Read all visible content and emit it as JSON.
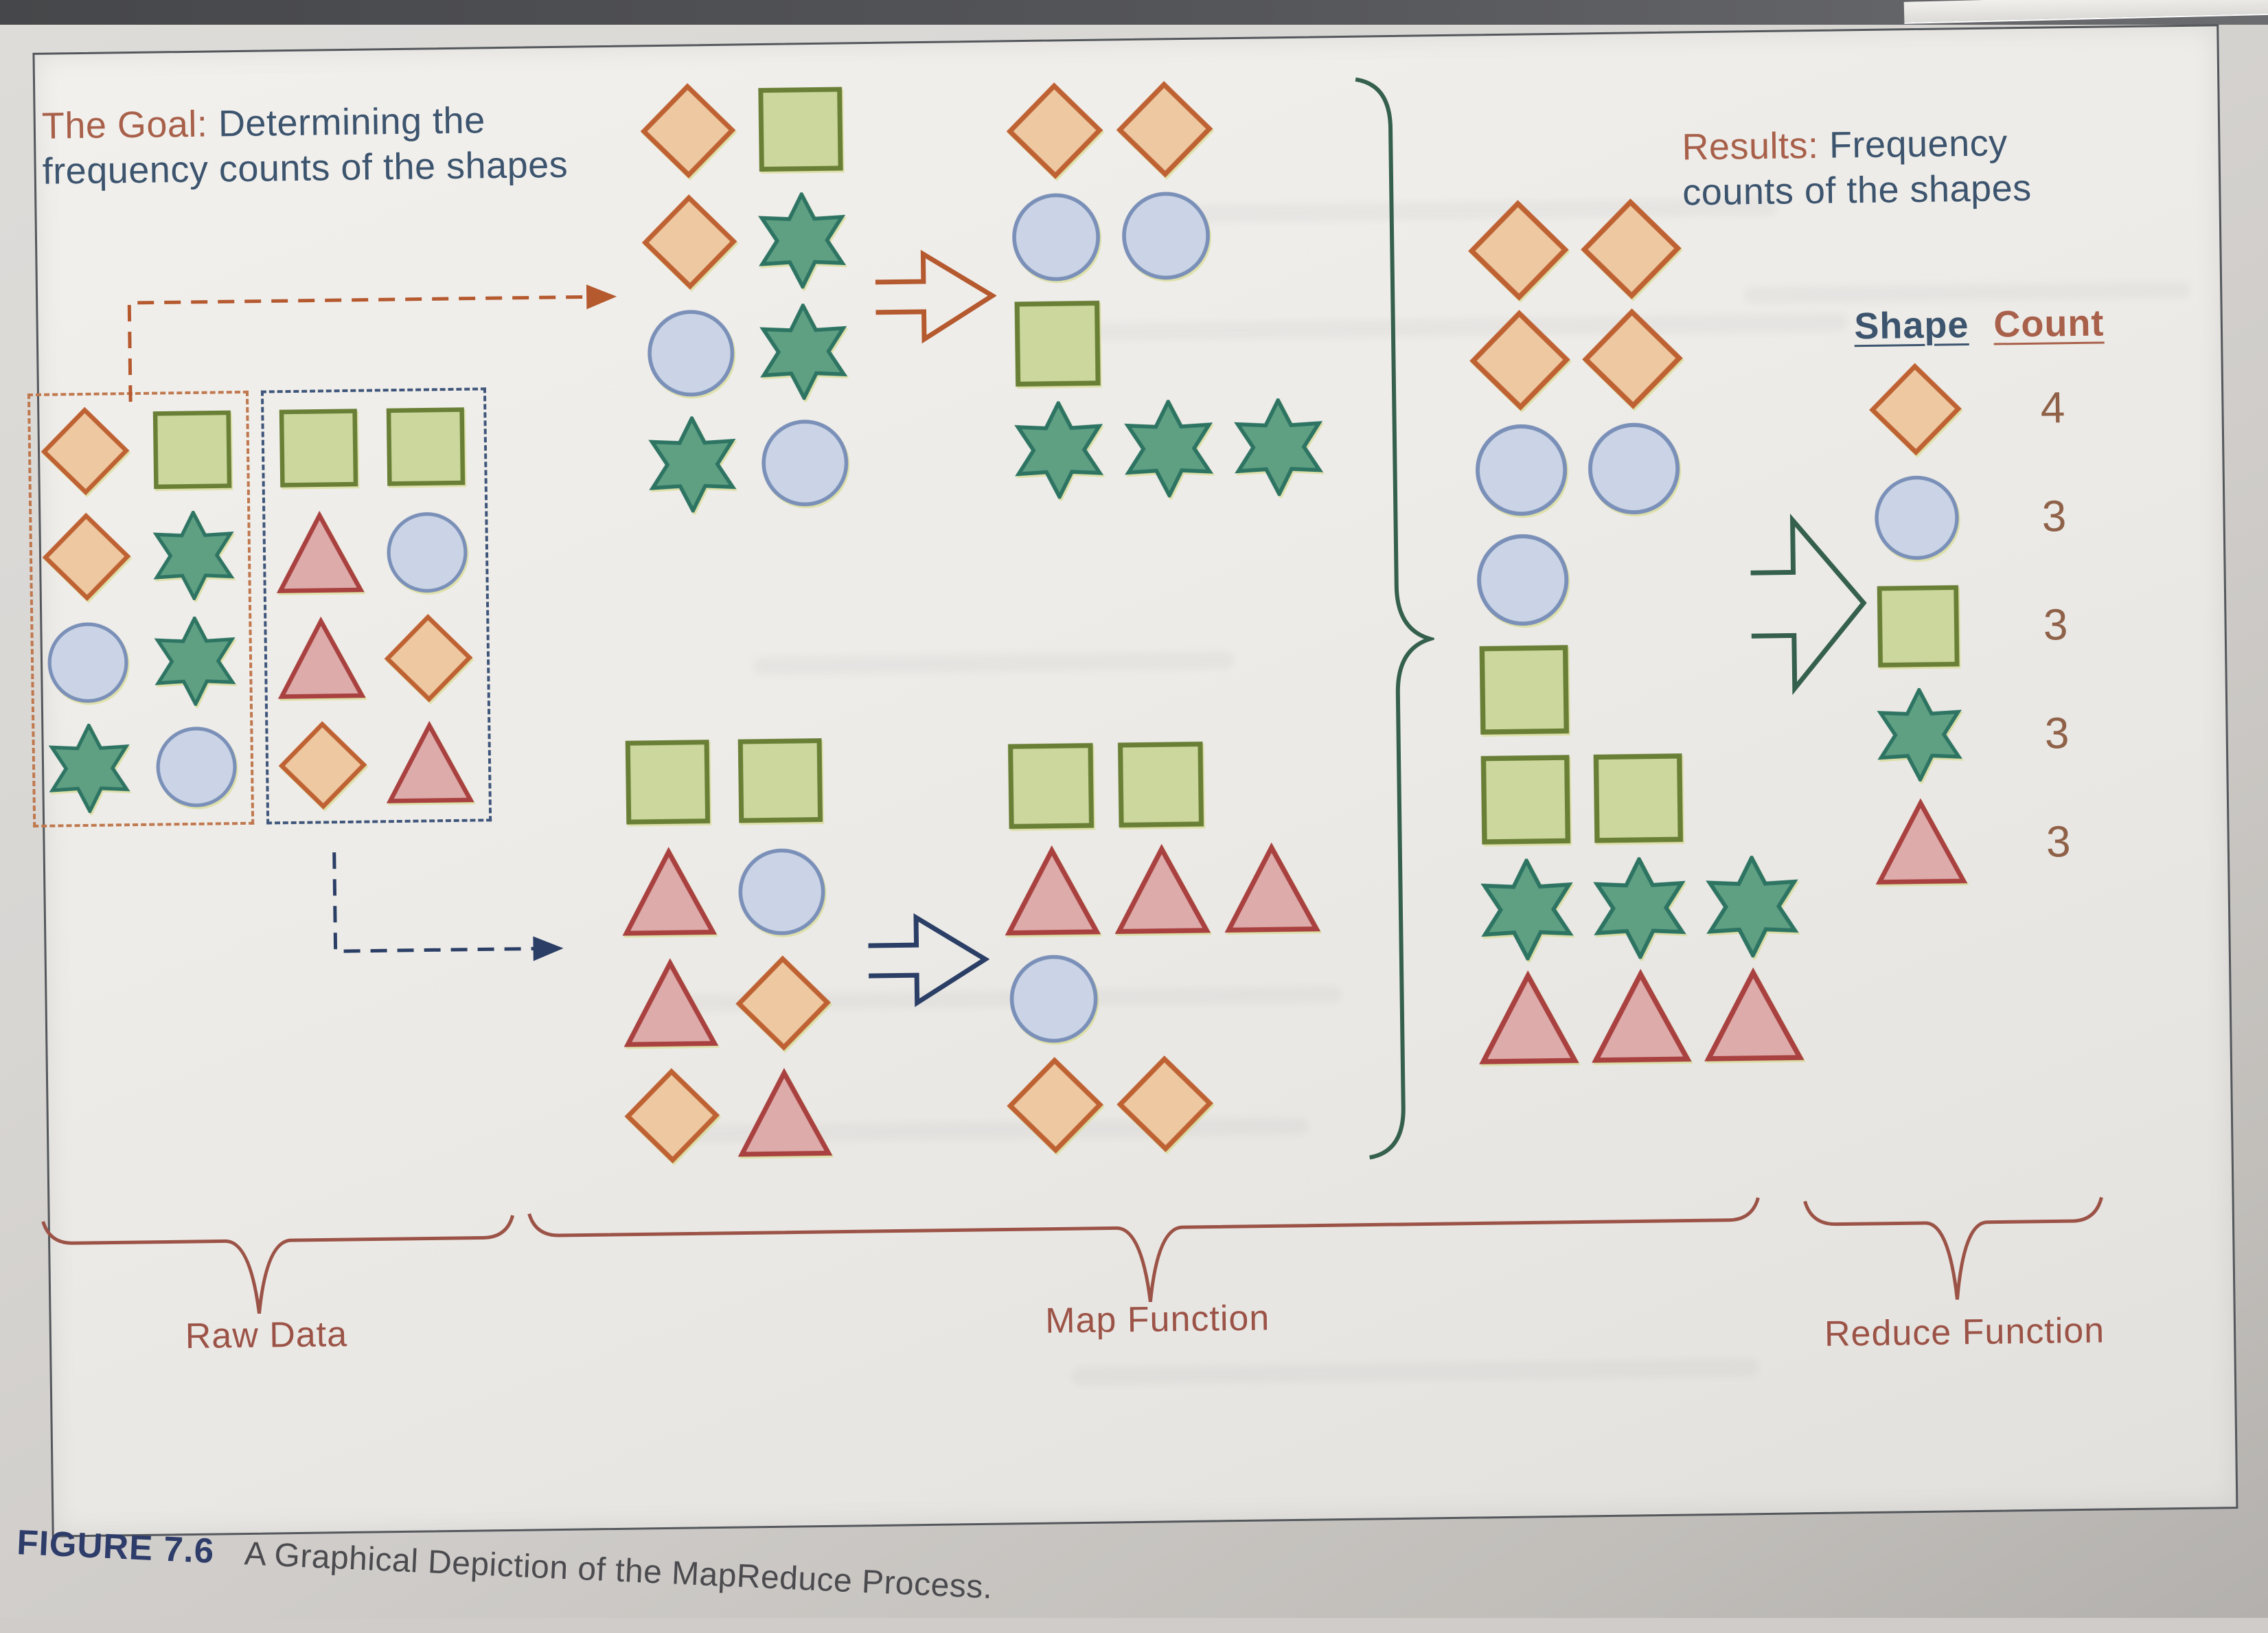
{
  "figure": {
    "caption_label": "FIGURE 7.6",
    "caption_text": "A Graphical Depiction of the MapReduce Process.",
    "goal": {
      "label": "The Goal:",
      "line1_rest": " Determining the",
      "line2": "frequency counts of the shapes"
    },
    "results": {
      "label": "Results:",
      "line1_rest": " Frequency",
      "line2": "counts of the shapes"
    },
    "section_labels": {
      "raw": "Raw Data",
      "map": "Map Function",
      "reduce": "Reduce Function"
    },
    "raw_data": {
      "partition1": [
        [
          "diamond",
          "square"
        ],
        [
          "diamond",
          "star"
        ],
        [
          "circle",
          "star"
        ],
        [
          "star",
          "circle"
        ]
      ],
      "partition2": [
        [
          "square",
          "square"
        ],
        [
          "triangle",
          "circle"
        ],
        [
          "triangle",
          "diamond"
        ],
        [
          "diamond",
          "triangle"
        ]
      ]
    },
    "map": {
      "task1": {
        "input": [
          [
            "diamond",
            "square"
          ],
          [
            "diamond",
            "star"
          ],
          [
            "circle",
            "star"
          ],
          [
            "star",
            "circle"
          ]
        ],
        "output": [
          [
            "diamond",
            "diamond"
          ],
          [
            "circle",
            "circle"
          ],
          [
            "square"
          ],
          [
            "star",
            "star",
            "star"
          ]
        ]
      },
      "task2": {
        "input": [
          [
            "square",
            "square"
          ],
          [
            "triangle",
            "circle"
          ],
          [
            "triangle",
            "diamond"
          ],
          [
            "diamond",
            "triangle"
          ]
        ],
        "output": [
          [
            "square",
            "square"
          ],
          [
            "triangle",
            "triangle",
            "triangle"
          ],
          [
            "circle"
          ],
          [
            "diamond",
            "diamond"
          ]
        ]
      }
    },
    "grouped": [
      [
        "diamond",
        "diamond"
      ],
      [
        "diamond",
        "diamond"
      ],
      [
        "circle",
        "circle"
      ],
      [
        "circle"
      ],
      [
        "square"
      ],
      [
        "square",
        "square"
      ],
      [
        "star",
        "star",
        "star"
      ],
      [
        "triangle",
        "triangle",
        "triangle"
      ]
    ],
    "reduce_table": {
      "shape_header": "Shape",
      "count_header": "Count",
      "rows": [
        {
          "shape": "diamond",
          "count": "4"
        },
        {
          "shape": "circle",
          "count": "3"
        },
        {
          "shape": "square",
          "count": "3"
        },
        {
          "shape": "star",
          "count": "3"
        },
        {
          "shape": "triangle",
          "count": "3"
        }
      ]
    }
  },
  "shape_styles": {
    "diamond": {
      "fill": "#edc8a0",
      "stroke": "#bf6233"
    },
    "square": {
      "fill": "#cbd79c",
      "stroke": "#697f36"
    },
    "circle": {
      "fill": "#cad4e6",
      "stroke": "#7b90b8"
    },
    "star": {
      "fill": "#5fa083",
      "stroke": "#2e7463"
    },
    "triangle": {
      "fill": "#ddabaa",
      "stroke": "#a8413f"
    }
  },
  "accents": {
    "label_orange": "#a8604a",
    "text_blue": "#3c546e",
    "brace": "#9c5347",
    "arrow_orange": "#b5592f",
    "arrow_blue": "#2b3f66",
    "arrow_green": "#35604e",
    "count_text": "#8f6148",
    "dash_orange": "#c0784e",
    "dash_blue": "#3f567b",
    "caption_navy": "#2e3c6a",
    "caption_gray": "#4b4b4f"
  }
}
